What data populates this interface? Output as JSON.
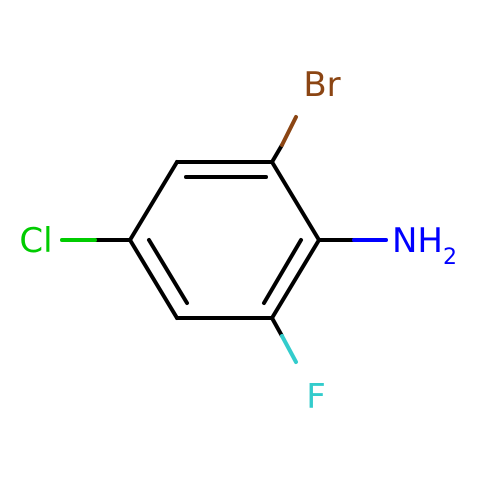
{
  "molecule": {
    "atoms": {
      "br": {
        "symbol": "Br",
        "color": "#8B4513"
      },
      "nh2": {
        "symbol": "NH",
        "subscript": "2",
        "color": "#0000FF"
      },
      "cl": {
        "symbol": "Cl",
        "color": "#00CC00"
      },
      "f": {
        "symbol": "F",
        "color": "#33CCCC"
      }
    },
    "bond_color": "#000000"
  }
}
